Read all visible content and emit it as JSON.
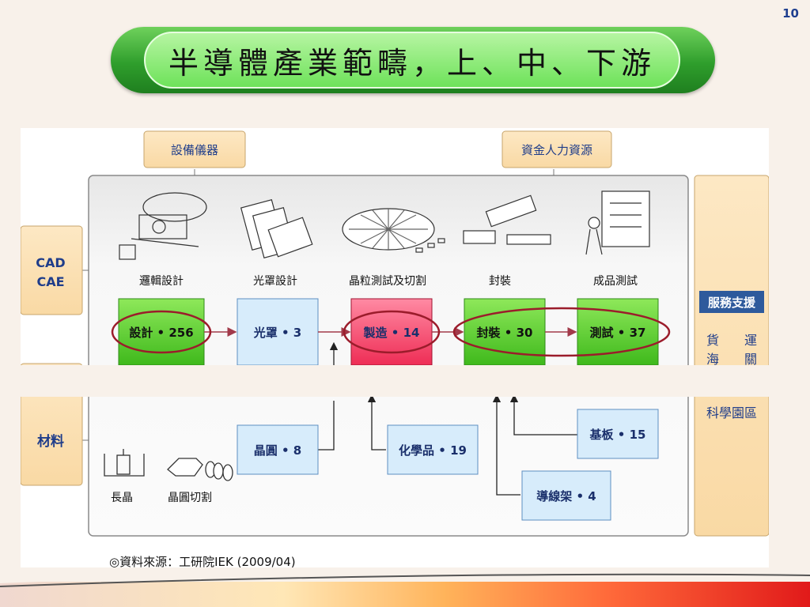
{
  "page_number": "10",
  "title": "半導體產業範疇，上、中、下游",
  "top_boxes": [
    "設備儀器",
    "資金人力資源"
  ],
  "left_boxes": [
    "CAD\nCAE",
    "材料"
  ],
  "right_panel": {
    "header": "服務支援",
    "items": [
      "貨　　運",
      "海　　關",
      "科學園區"
    ]
  },
  "illustrations": [
    "邏輯設計",
    "光罩設計",
    "晶粒測試及切割",
    "封裝",
    "成品測試"
  ],
  "stages": [
    {
      "label": "設計 • 256"
    },
    {
      "label": "光罩 • 3"
    },
    {
      "label": "製造 • 14"
    },
    {
      "label": "封裝 • 30"
    },
    {
      "label": "測試 • 37"
    }
  ],
  "materials": [
    {
      "label": "晶圓 • 8"
    },
    {
      "label": "化學品 • 19"
    },
    {
      "label": "基板 • 15"
    },
    {
      "label": "導線架 • 4"
    }
  ],
  "material_illustrations": [
    "長晶",
    "晶圓切割"
  ],
  "source": "◎資料來源：工研院IEK (2009/04)",
  "colors": {
    "green": "#4fcb2a",
    "blue_box": "#d7ecfb",
    "red_box": "#f5476a",
    "ellipse": "#9b1c2b",
    "tan": "#fbe0b2"
  }
}
